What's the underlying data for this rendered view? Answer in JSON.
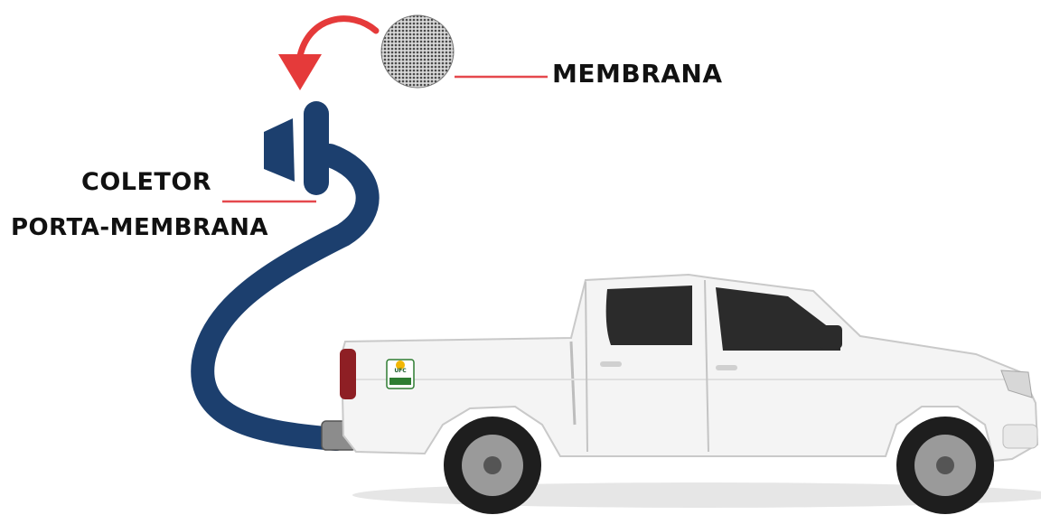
{
  "labels": {
    "membrana": "MEMBRANA",
    "coletor": "COLETOR",
    "porta_membrana": "PORTA-MEMBRANA"
  },
  "logo": {
    "text": "UFC"
  },
  "colors": {
    "hose": "#1c3f6e",
    "arrow": "#e53a3a",
    "pointer_line": "#e5484d",
    "membrane": "#8a8a8a",
    "truck_body": "#f4f4f4",
    "window": "#2b2b2b",
    "tire": "#1e1e1e",
    "rim": "#9a9a9a"
  }
}
